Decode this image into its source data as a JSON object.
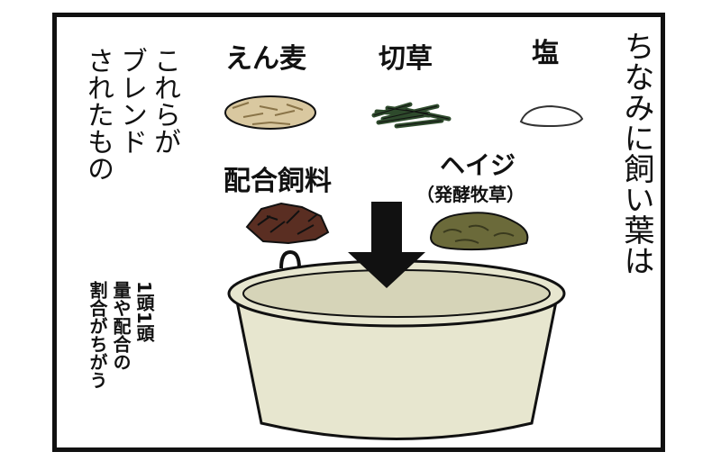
{
  "panel": {
    "narration": "ちなみに飼い葉は",
    "blended_line1": "これらが",
    "blended_line2": "ブレンド",
    "blended_line3": "されたもの",
    "note_line1": "1頭1頭",
    "note_line2": "量や配合の",
    "note_line3": "割合がちがう"
  },
  "ingredients": {
    "oats": "えん麦",
    "chopped_grass": "切草",
    "salt": "塩",
    "compound_feed": "配合飼料",
    "haylage": "ヘイジ",
    "haylage_note": "（発酵牧草）"
  },
  "colors": {
    "border": "#111111",
    "oats": "#d9c8a0",
    "grass": "#2e4a2c",
    "salt": "#ffffff",
    "feed": "#5a2e22",
    "haylage": "#6b6a3a",
    "bucket": "#e7e6cf",
    "arrow": "#111111"
  }
}
